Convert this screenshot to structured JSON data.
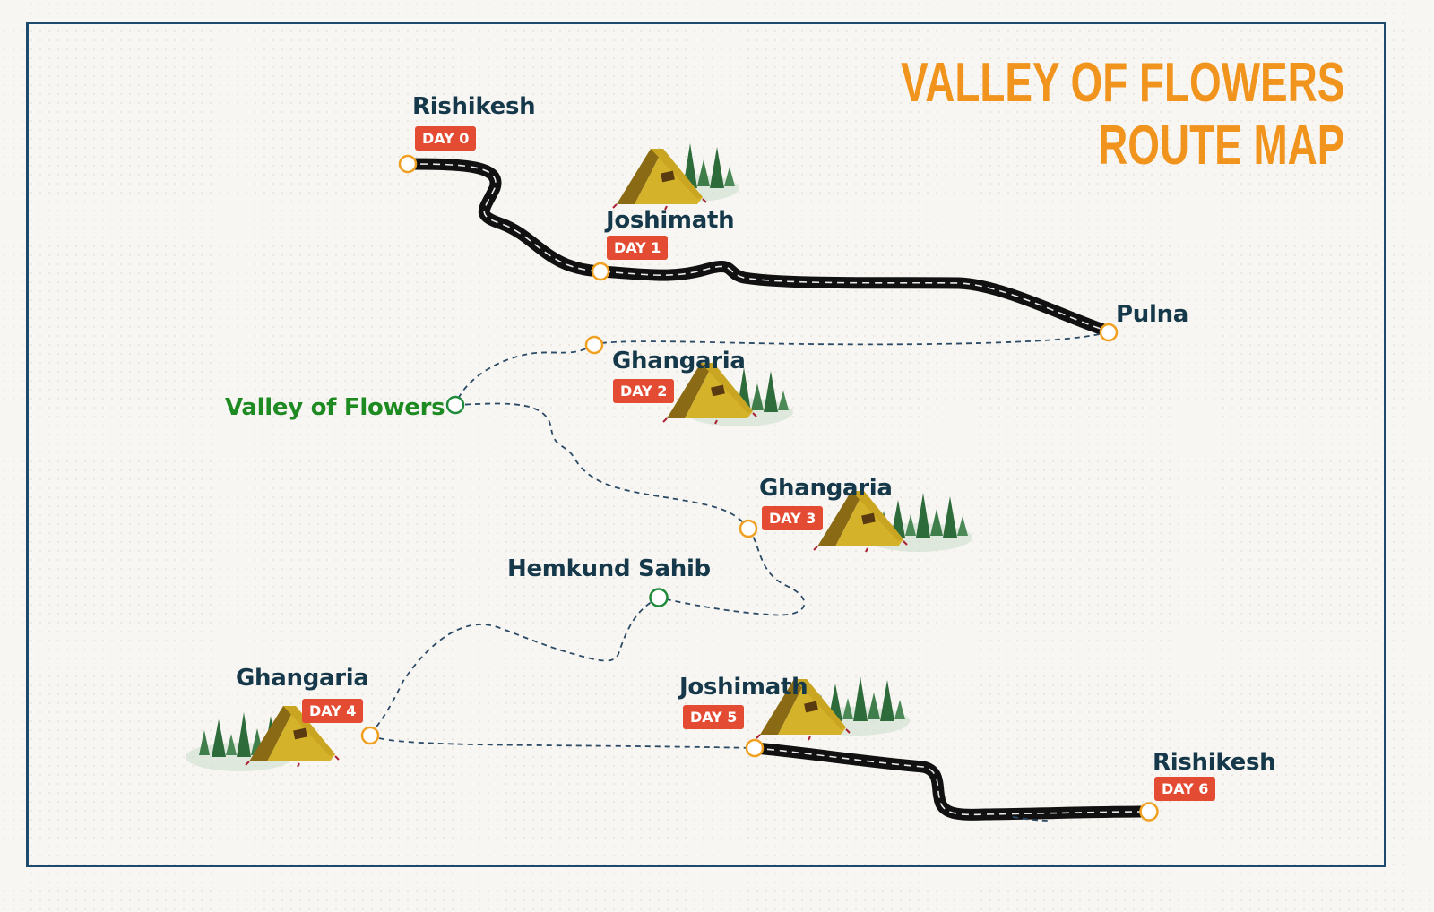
{
  "title": {
    "line1": "VALLEY OF FLOWERS",
    "line2": "ROUTE MAP",
    "color": "#f0941e"
  },
  "colors": {
    "frame": "#1e4a6e",
    "label": "#15394a",
    "label_green": "#1e8a22",
    "badge": "#e44b33",
    "node_orange": "#f0a020",
    "node_green": "#1e8a3a",
    "road": "#111111",
    "trail": "#2b4a66",
    "tent": "#d4b22a",
    "trees": "#2e6b3a"
  },
  "legend": {
    "road_type": "motorable-road",
    "trail_type": "trek-trail"
  },
  "stops": [
    {
      "name": "Rishikesh",
      "day": "DAY 0",
      "node": "orange",
      "camp": false
    },
    {
      "name": "Joshimath",
      "day": "DAY 1",
      "node": "orange",
      "camp": true
    },
    {
      "name": "Pulna",
      "day": null,
      "node": "orange",
      "camp": false
    },
    {
      "name": "Ghangaria",
      "day": "DAY 2",
      "node": "orange",
      "camp": true
    },
    {
      "name": "Valley of Flowers",
      "day": null,
      "node": "green",
      "camp": false
    },
    {
      "name": "Ghangaria",
      "day": "DAY 3",
      "node": "orange",
      "camp": true
    },
    {
      "name": "Hemkund Sahib",
      "day": null,
      "node": "green",
      "camp": false
    },
    {
      "name": "Ghangaria",
      "day": "DAY 4",
      "node": "orange",
      "camp": true
    },
    {
      "name": "Joshimath",
      "day": "DAY 5",
      "node": "orange",
      "camp": true
    },
    {
      "name": "Rishikesh",
      "day": "DAY 6",
      "node": "orange",
      "camp": false
    }
  ]
}
